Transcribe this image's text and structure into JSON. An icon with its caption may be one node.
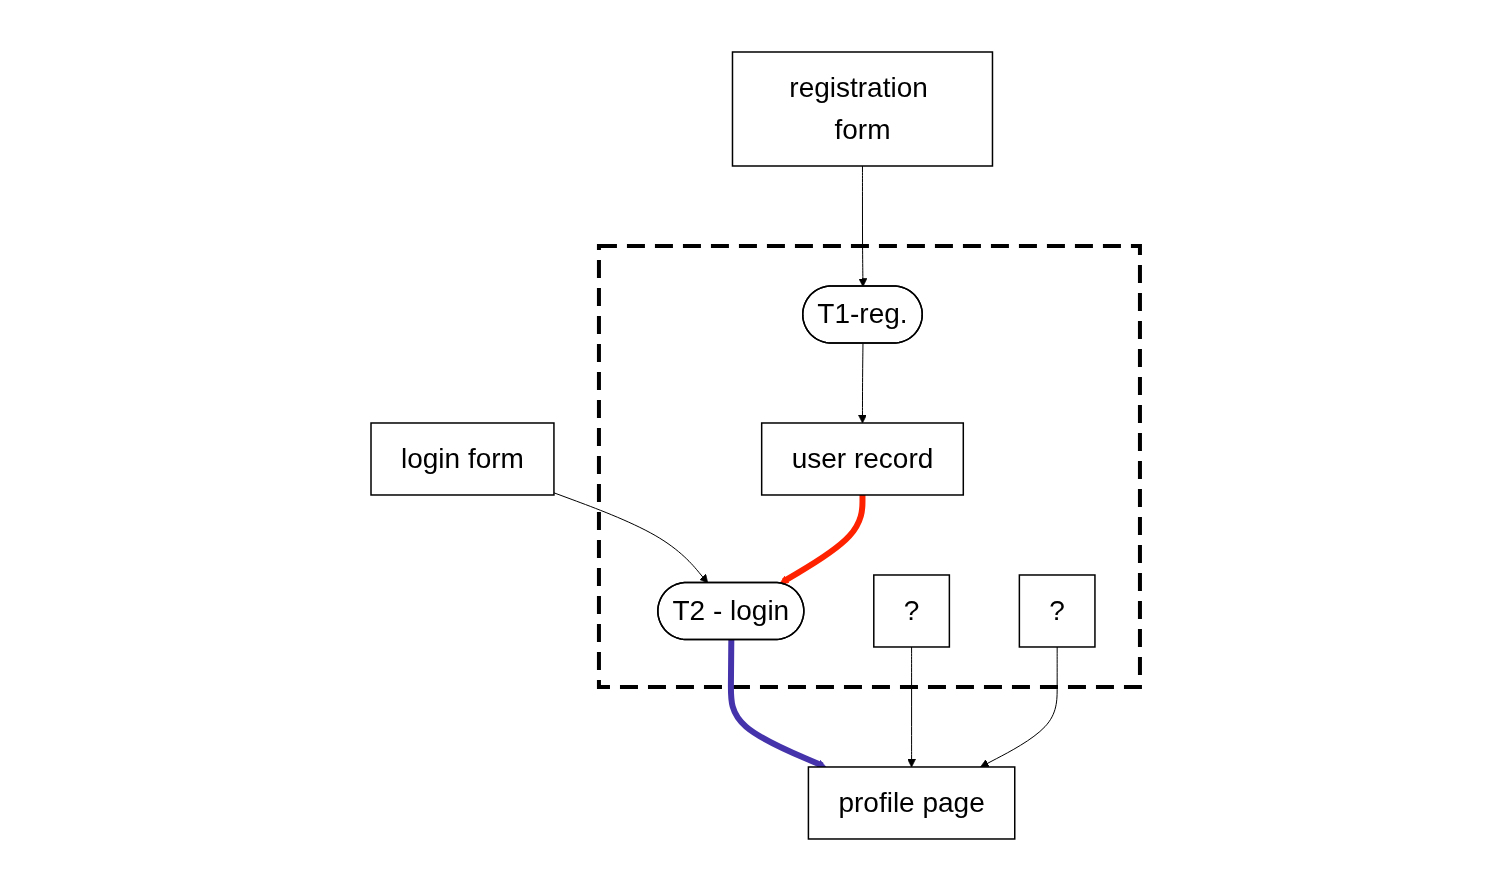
{
  "diagram": {
    "nodes": [
      {
        "text": [
          "registration form"
        ]
      },
      {
        "text": [
          "login form"
        ]
      },
      {
        "text": [
          "profile page"
        ]
      },
      {
        "text": [],
        "shape": "box"
      },
      {
        "text": [
          "T1-reg."
        ],
        "in": 3
      },
      {
        "text": [
          "T2 - login"
        ],
        "in": 3
      },
      {
        "text": [
          "user record"
        ],
        "in": 3
      },
      {
        "text": [
          "?"
        ],
        "in": 3
      },
      {
        "text": [
          "?"
        ],
        "in": 3
      }
    ],
    "edges": [
      {
        "from": 0,
        "to": 4,
        "arrow": "to"
      },
      {
        "from": 1,
        "to": 5,
        "arrow": "to"
      },
      {
        "from": 4,
        "to": 6,
        "arrow": "to"
      },
      {
        "from": 6,
        "to": 5,
        "arrow": "to",
        "style": "thick",
        "color": "#ff2200"
      },
      {
        "from": 5,
        "to": 2,
        "arrow": "to",
        "style": "thick",
        "color": "#4433aa"
      },
      {
        "from": 7,
        "to": 2,
        "arrow": "to"
      },
      {
        "from": 8,
        "to": 2,
        "arrow": "to"
      }
    ]
  }
}
